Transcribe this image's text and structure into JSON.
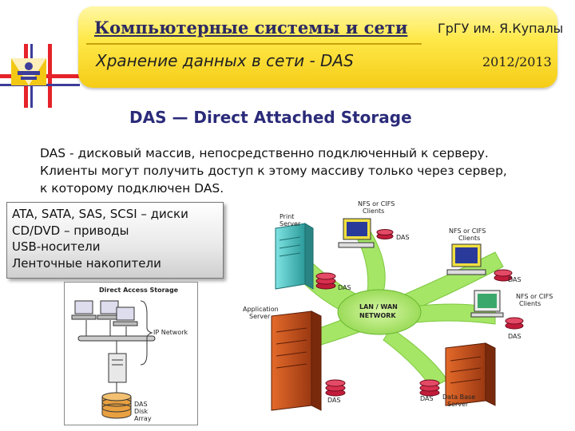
{
  "header": {
    "course_title": "Компьютерные системы и сети",
    "university": "ГрГУ им. Я.Купалы",
    "subtitle": "Хранение данных в сети - DAS",
    "year": "2012/2013"
  },
  "slide": {
    "heading": "DAS — Direct Attached Storage",
    "description_lines": [
      "DAS - дисковый массив, непосредственно подключенный к серверу.",
      "Клиенты могут получить доступ к этому массиву только через сервер,",
      "к которому подключен DAS."
    ],
    "device_types": [
      "ATA, SATA, SAS, SCSI – диски",
      "CD/DVD – приводы",
      "USB-носители",
      "Ленточные накопители"
    ]
  },
  "left_diagram": {
    "title": "Direct Access Storage",
    "network_label": "IP Network",
    "storage_label_1": "DAS",
    "storage_label_2": "Disk",
    "storage_label_3": "Array"
  },
  "network_diagram": {
    "center_label_1": "LAN / WAN",
    "center_label_2": "NETWORK",
    "print_server_1": "Print",
    "print_server_2": "Server",
    "app_server_1": "Application",
    "app_server_2": "Server",
    "db_server_1": "Data Base",
    "db_server_2": "Server",
    "clients_top_1": "NFS or CIFS",
    "clients_top_2": "Clients",
    "clients_right_1": "NFS or CIFS",
    "clients_right_2": "Clients",
    "clients_far_1": "NFS or CIFS",
    "clients_far_2": "Clients",
    "das": "DAS"
  },
  "colors": {
    "header_yellow": "#ffe94a",
    "title_blue": "#2c2a63",
    "heading_blue": "#2b2b7a",
    "network_green": "#9fe35a",
    "server_orange": "#c9531d",
    "server_teal": "#4fc9c9",
    "disk_red": "#c21c3a"
  }
}
